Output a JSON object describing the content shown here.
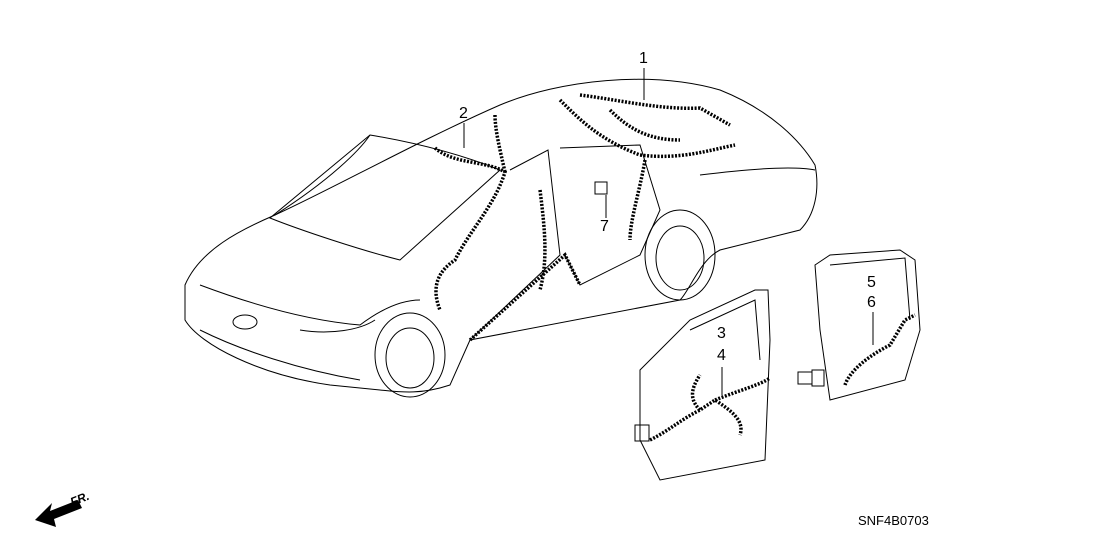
{
  "callouts": [
    "1",
    "2",
    "3",
    "4",
    "5",
    "6",
    "7"
  ],
  "direction_label": "FR.",
  "diagram_code": "SNF4B0703"
}
